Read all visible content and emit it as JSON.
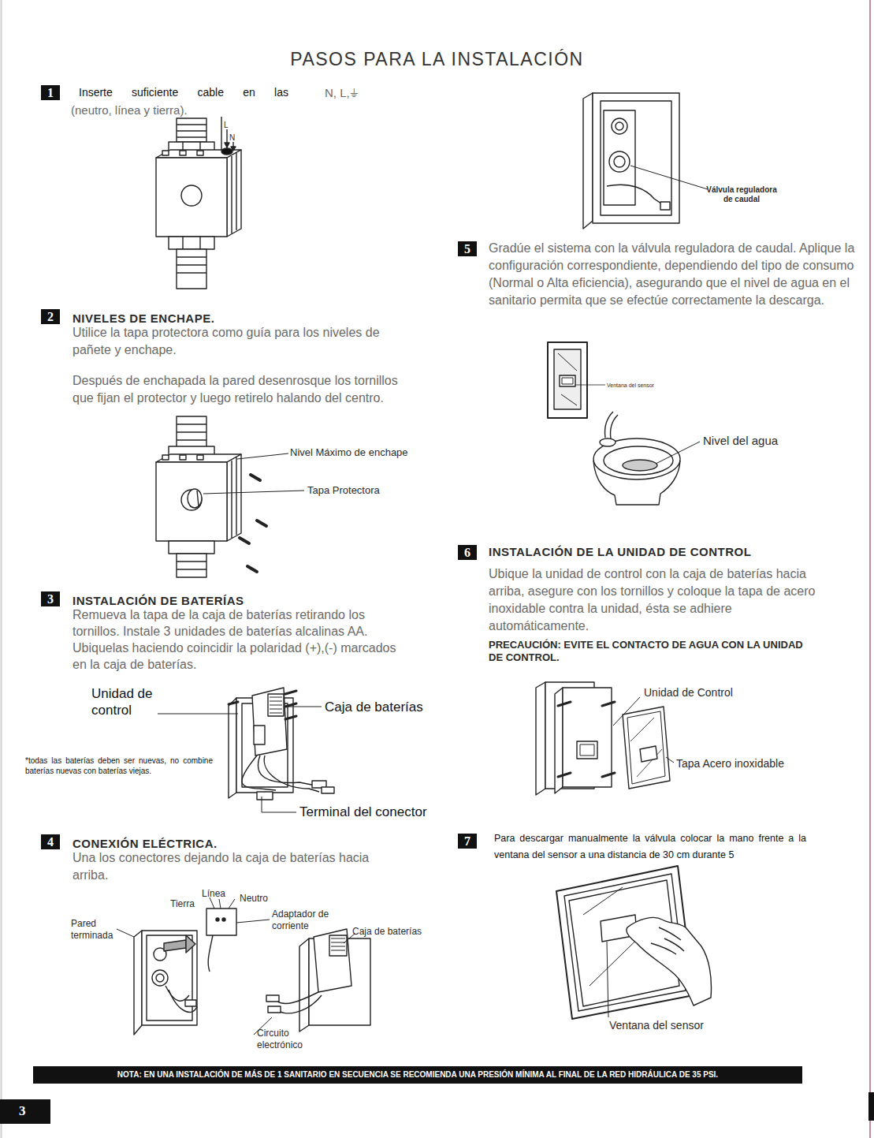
{
  "diagram": {
    "title": "PASOS PARA LA INSTALACIÓN",
    "nodes": [
      {
        "text": [
          "1"
        ]
      },
      {
        "text": [
          "2"
        ]
      },
      {
        "text": [
          "3"
        ]
      },
      {
        "text": [
          "4"
        ]
      },
      {
        "text": [
          "5"
        ]
      },
      {
        "text": [
          "6"
        ]
      },
      {
        "text": [
          "7"
        ]
      },
      {
        "text": [
          "NOTA: EN UNA INSTALACIÓN DE MÁS DE 1 SANITARIO EN SECUENCIA SE RECOMIENDA UNA PRESIÓN MÍNIMA AL FINAL DE LA RED HIDRÁULICA DE 35 PSI."
        ]
      },
      {
        "text": [
          "3"
        ]
      }
    ],
    "labels": [
      "Inserte suficiente cable en las",
      "N, L,⏚",
      "(neutro, línea y tierra).",
      "L",
      "N",
      "NIVELES DE ENCHAPE.",
      "Utilice la tapa protectora como guía para los niveles de pañete y enchape.",
      "Después de enchapada la pared desenrosque los tornillos que fijan el protector y luego retirelo halando del centro.",
      "Nivel Máximo de enchape",
      "Tapa Protectora",
      "INSTALACIÓN DE BATERÍAS",
      "Remueva la tapa de la caja de baterías retirando los tornillos. Instale 3 unidades de baterías alcalinas AA. Ubiquelas haciendo coincidir la polaridad (+),(-) marcados en la caja de baterías.",
      "Unidad de control",
      "Caja de baterías",
      "*todas las baterías deben ser nuevas, no combine baterías nuevas con baterías viejas.",
      "Terminal del conector",
      "CONEXIÓN ELÉCTRICA.",
      "Una los conectores dejando la caja de baterías hacia arriba.",
      "Línea",
      "Tierra",
      "Neutro",
      "Pared terminada",
      "Adaptador de corriente",
      "Caja de baterías",
      "Circuito electrónico",
      "Válvula reguladora de caudal",
      "Gradúe el sistema con la válvula reguladora de caudal. Aplique la configuración correspondiente, dependiendo del tipo de consumo (Normal o Alta eficiencia), asegurando que el nivel de agua en el sanitario permita que se efectúe correctamente la descarga.",
      "Ventana del sensor",
      "Nivel del agua",
      "INSTALACIÓN DE LA UNIDAD DE CONTROL",
      "Ubique la unidad de control con la caja de baterías hacia arriba, asegure con los tornillos y coloque la tapa de acero inoxidable contra la unidad, ésta se adhiere automáticamente.",
      "PRECAUCIÓN: EVITE EL CONTACTO DE AGUA CON LA UNIDAD DE CONTROL.",
      "Unidad de Control",
      "Tapa Acero inoxidable",
      "Para descargar manualmente la válvula colocar la mano frente a la ventana del sensor a una distancia de 30 cm durante 5",
      "Ventana del sensor"
    ]
  }
}
